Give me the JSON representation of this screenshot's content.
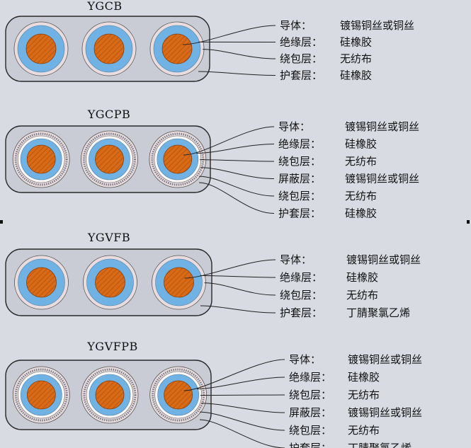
{
  "colors": {
    "background": "#d9dbe3",
    "sheath": "#c9ccd5",
    "wrap": "#e9dcdf",
    "insulation": "#6fb2e3",
    "conductor": "#d86a18",
    "shield": "#7a7c86"
  },
  "cables": [
    {
      "name": "YGCB",
      "layers": [
        {
          "label": "导体：",
          "material": "镀锡铜丝或铜丝"
        },
        {
          "label": "绝缘层：",
          "material": "硅橡胶"
        },
        {
          "label": "绕包层：",
          "material": "无纺布"
        },
        {
          "label": "护套层：",
          "material": "硅橡胶"
        }
      ]
    },
    {
      "name": "YGCPB",
      "layers": [
        {
          "label": "导体：",
          "material": "镀锡铜丝或铜丝"
        },
        {
          "label": "绝缘层：",
          "material": "硅橡胶"
        },
        {
          "label": "绕包层：",
          "material": "无纺布"
        },
        {
          "label": "屏蔽层：",
          "material": "镀锡铜丝或铜丝"
        },
        {
          "label": "绕包层：",
          "material": "无纺布"
        },
        {
          "label": "护套层：",
          "material": "硅橡胶"
        }
      ]
    },
    {
      "name": "YGVFB",
      "layers": [
        {
          "label": "导体：",
          "material": "镀锡铜丝或铜丝"
        },
        {
          "label": "绝缘层：",
          "material": "硅橡胶"
        },
        {
          "label": "绕包层：",
          "material": "无纺布"
        },
        {
          "label": "护套层：",
          "material": "丁腈聚氯乙烯"
        }
      ]
    },
    {
      "name": "YGVFPB",
      "layers": [
        {
          "label": "导体：",
          "material": "镀锡铜丝或铜丝"
        },
        {
          "label": "绝缘层：",
          "material": "硅橡胶"
        },
        {
          "label": "绕包层：",
          "material": "无纺布"
        },
        {
          "label": "屏蔽层：",
          "material": "镀锡铜丝或铜丝"
        },
        {
          "label": "绕包层：",
          "material": "无纺布"
        },
        {
          "label": "护套层：",
          "material": "丁腈聚氯乙烯"
        }
      ]
    }
  ]
}
